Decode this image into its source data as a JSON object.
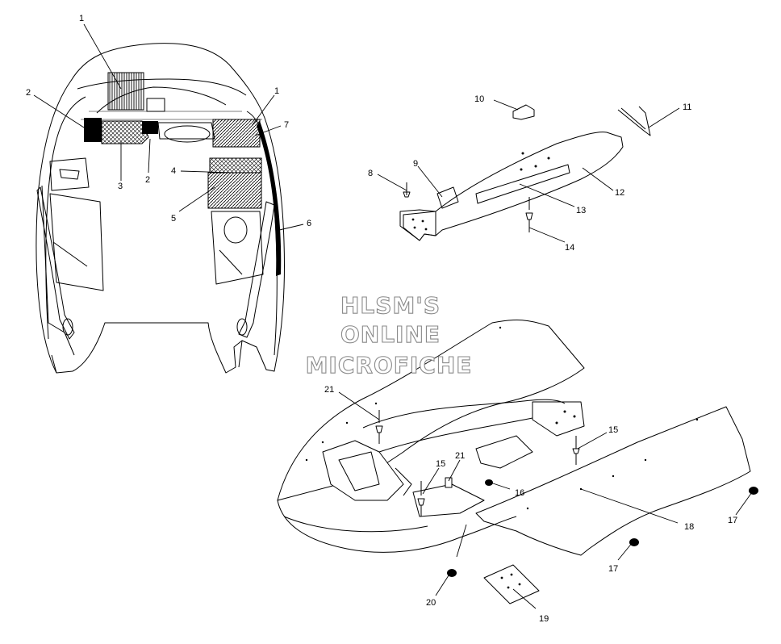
{
  "watermark": {
    "lines": [
      "HLSM'S",
      "ONLINE",
      "MICROFICHE"
    ]
  },
  "callouts": {
    "c1a": "1",
    "c1b": "1",
    "c2a": "2",
    "c2b": "2",
    "c3": "3",
    "c4": "4",
    "c5": "5",
    "c6": "6",
    "c7": "7",
    "c8": "8",
    "c9": "9",
    "c10": "10",
    "c11": "11",
    "c12": "12",
    "c13": "13",
    "c14": "14",
    "c15a": "15",
    "c15b": "15",
    "c16": "16",
    "c17a": "17",
    "c17b": "17",
    "c18": "18",
    "c19": "19",
    "c20": "20",
    "c21a": "21",
    "c21b": "21"
  },
  "colors": {
    "ink": "#000000",
    "paper": "#ffffff",
    "watermark_outline": "#8a8a8a"
  }
}
